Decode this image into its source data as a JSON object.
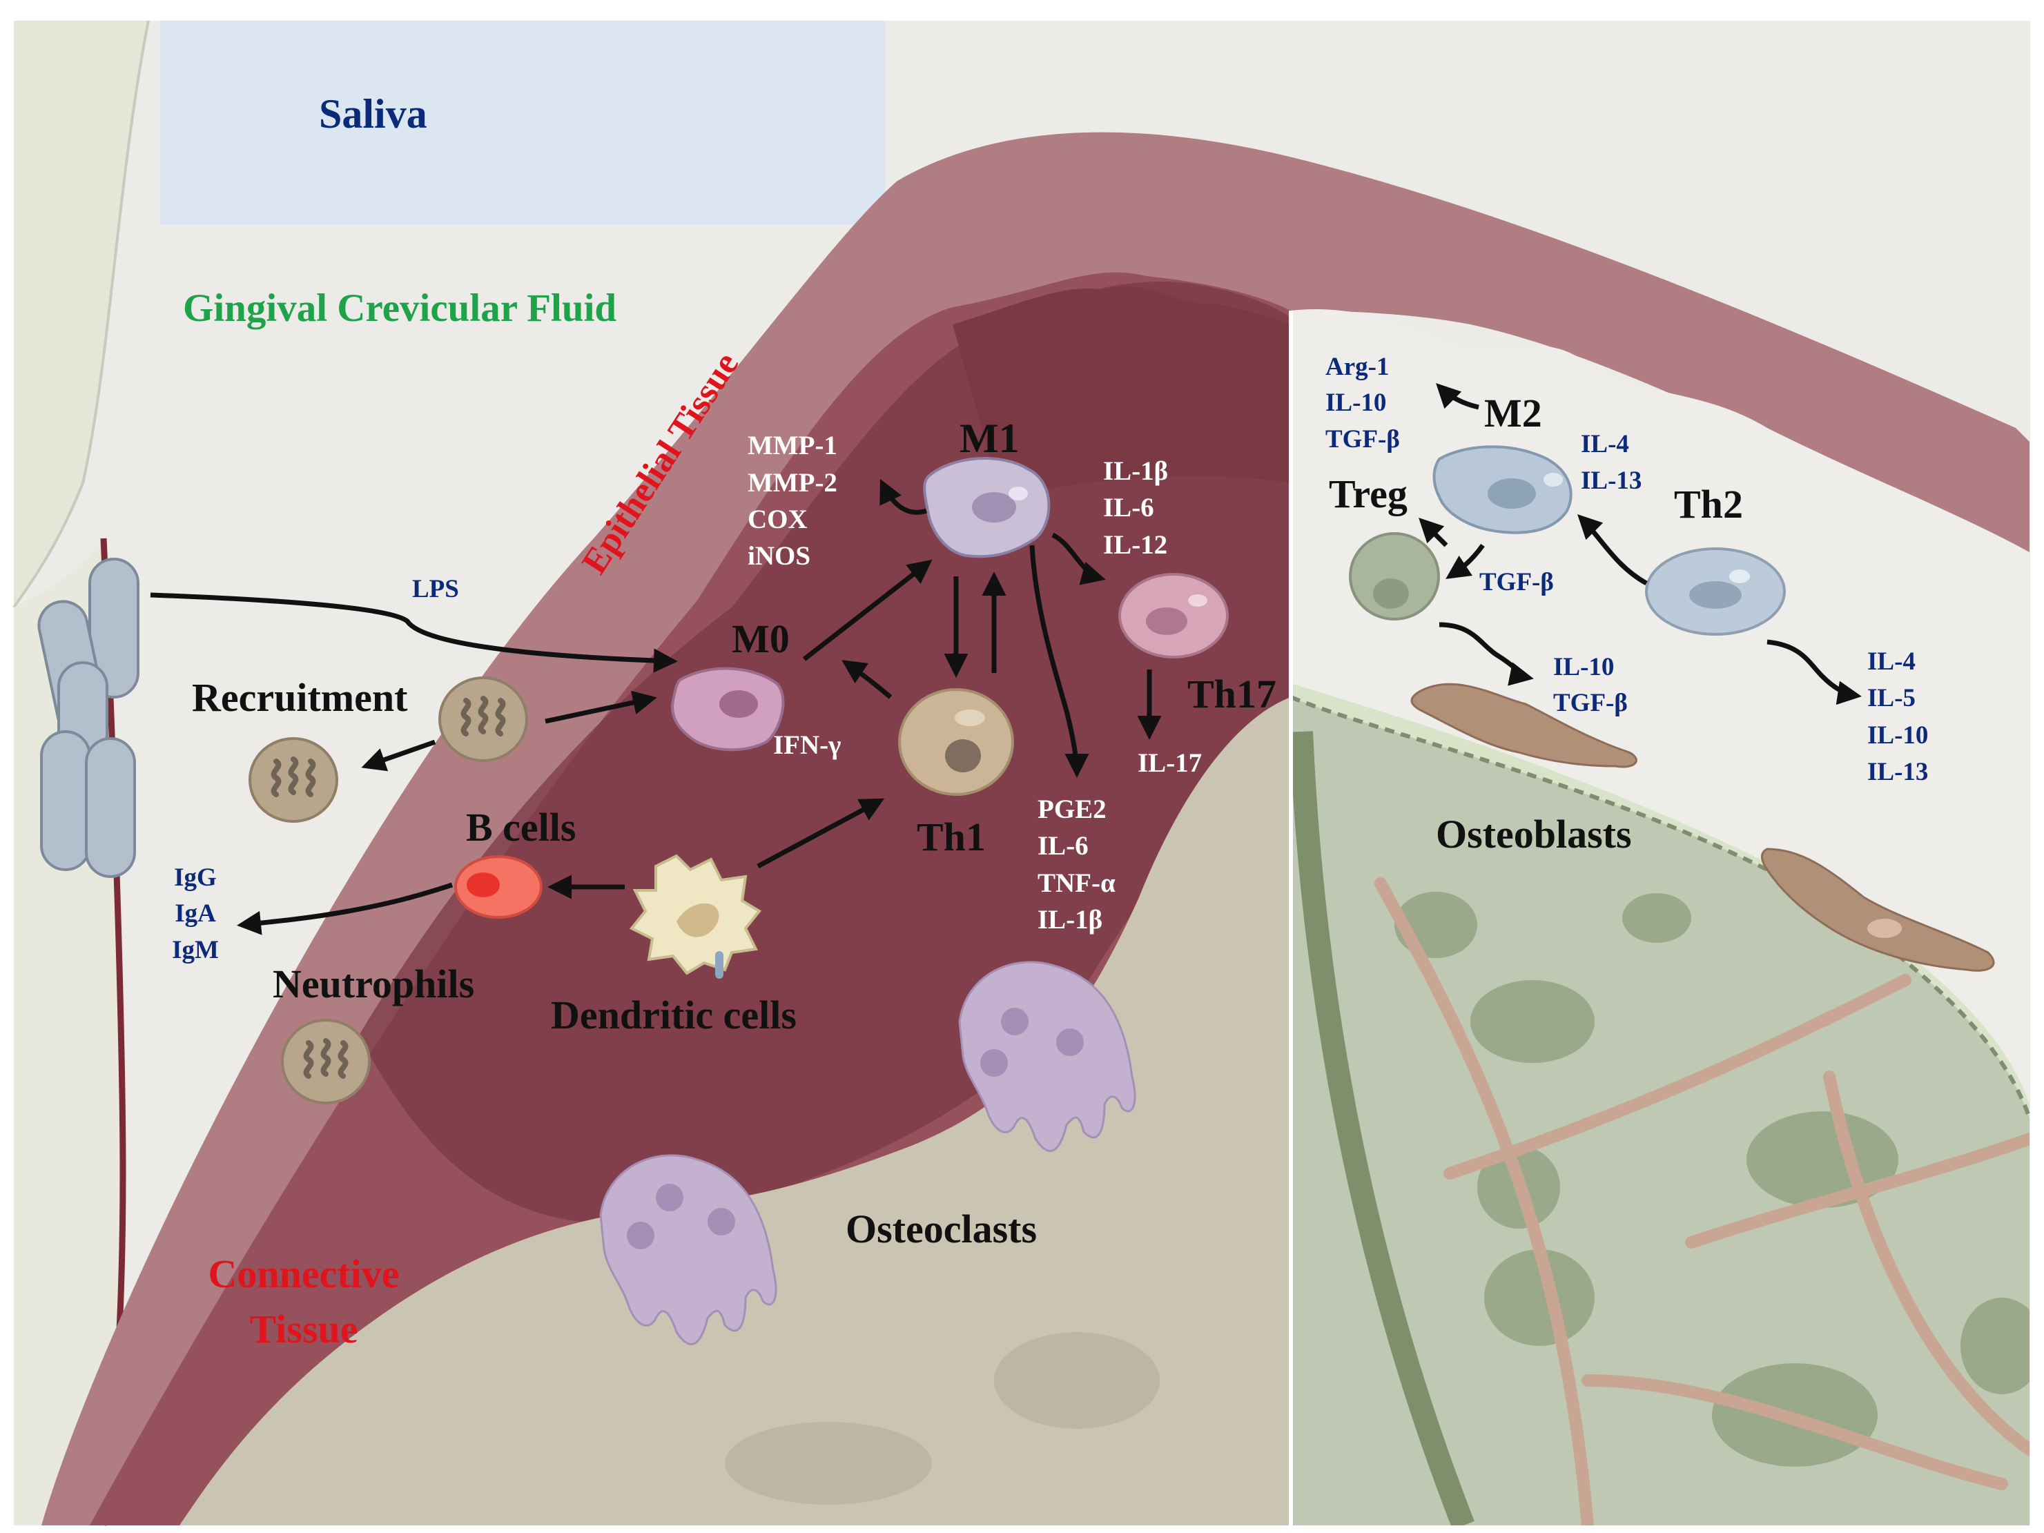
{
  "regions": {
    "saliva": "Saliva",
    "gcf": "Gingival Crevicular Fluid",
    "epithelial": "Epithelial Tissue",
    "connective_line1": "Connective",
    "connective_line2": "Tissue",
    "osteoclasts": "Osteoclasts",
    "osteoblasts": "Osteoblasts"
  },
  "cells": {
    "m0": "M0",
    "m1": "M1",
    "m2": "M2",
    "th1": "Th1",
    "th2": "Th2",
    "th17": "Th17",
    "treg": "Treg",
    "b_cells": "B cells",
    "dendritic": "Dendritic cells",
    "neutrophils": "Neutrophils",
    "recruitment": "Recruitment"
  },
  "labels": {
    "lps": "LPS",
    "ifn": "IFN-γ",
    "il17": "IL-17"
  },
  "lists": {
    "m1_enzymes": [
      "MMP-1",
      "MMP-2",
      "COX",
      "iNOS"
    ],
    "m1_cytokines": [
      "IL-1β",
      "IL-6",
      "IL-12"
    ],
    "th1_products": [
      "PGE2",
      "IL-6",
      "TNF-α",
      "IL-1β"
    ],
    "m2_products": [
      "Arg-1",
      "IL-10",
      "TGF-β"
    ],
    "m2_inducers": [
      "IL-4",
      "IL-13"
    ],
    "treg_signal": [
      "TGF-β"
    ],
    "treg_products": [
      "IL-10",
      "TGF-β"
    ],
    "th2_products": [
      "IL-4",
      "IL-5",
      "IL-10",
      "IL-13"
    ],
    "antibodies": [
      "IgG",
      "IgA",
      "IgM"
    ]
  },
  "colors": {
    "dark_navy": "#0b2a7a",
    "green": "#1ea34a",
    "red": "#e0141c",
    "white": "#ffffff",
    "black": "#111111"
  }
}
